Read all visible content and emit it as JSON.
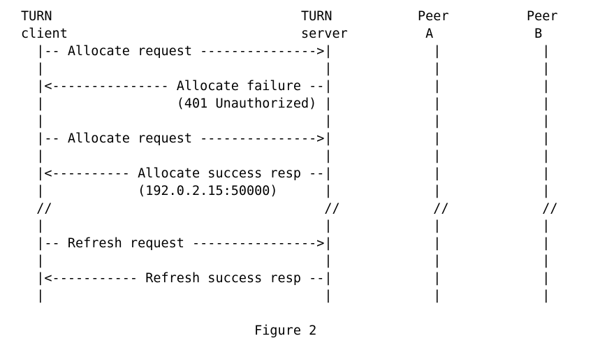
{
  "diagram": {
    "lines": [
      "TURN                                TURN           Peer          Peer",
      "client                              server          A             B",
      "  |-- Allocate request --------------->|             |             |",
      "  |                                    |             |             |",
      "  |<--------------- Allocate failure --|             |             |",
      "  |                 (401 Unauthorized) |             |             |",
      "  |                                    |             |             |",
      "  |-- Allocate request --------------->|             |             |",
      "  |                                    |             |             |",
      "  |<---------- Allocate success resp --|             |             |",
      "  |            (192.0.2.15:50000)      |             |             |",
      "  //                                   //            //            //",
      "  |                                    |             |             |",
      "  |-- Refresh request ---------------->|             |             |",
      "  |                                    |             |             |",
      "  |<----------- Refresh success resp --|             |             |",
      "  |                                    |             |             |",
      "",
      "                              Figure 2"
    ]
  }
}
